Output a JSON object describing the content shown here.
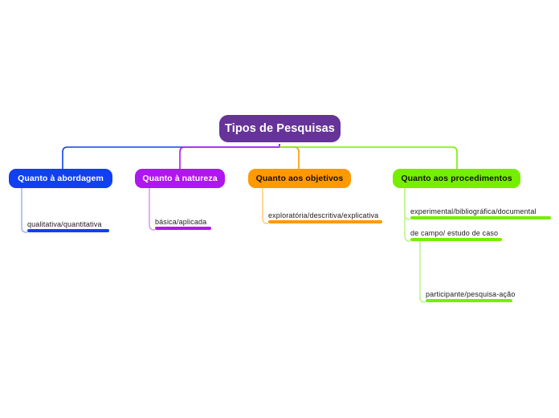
{
  "diagram": {
    "type": "mindmap",
    "background": "#ffffff",
    "root": {
      "label": "Tipos de Pesquisas",
      "color": "#663399",
      "text_color": "#ffffff"
    },
    "branches": [
      {
        "label": "Quanto à abordagem",
        "color": "#1040F0",
        "text_color": "#ffffff",
        "children": [
          {
            "label": "qualitativa/quantitativa",
            "color": "#1040F0"
          }
        ]
      },
      {
        "label": "Quanto à natureza",
        "color": "#AE17F0",
        "text_color": "#ffffff",
        "children": [
          {
            "label": "básica/aplicada",
            "color": "#AE17F0"
          }
        ]
      },
      {
        "label": "Quanto aos objetivos",
        "color": "#FF9900",
        "text_color": "#111111",
        "children": [
          {
            "label": "exploratória/descritiva/explicativa",
            "color": "#FF9900"
          }
        ]
      },
      {
        "label": "Quanto aos procedimentos",
        "color": "#76EE00",
        "text_color": "#111111",
        "children": [
          {
            "label": "experimental/bibliográfica/documental",
            "color": "#76EE00"
          },
          {
            "label": "de campo/ estudo de caso",
            "color": "#76EE00"
          },
          {
            "label": "participante/pesquisa-ação",
            "color": "#76EE00"
          }
        ]
      }
    ]
  }
}
